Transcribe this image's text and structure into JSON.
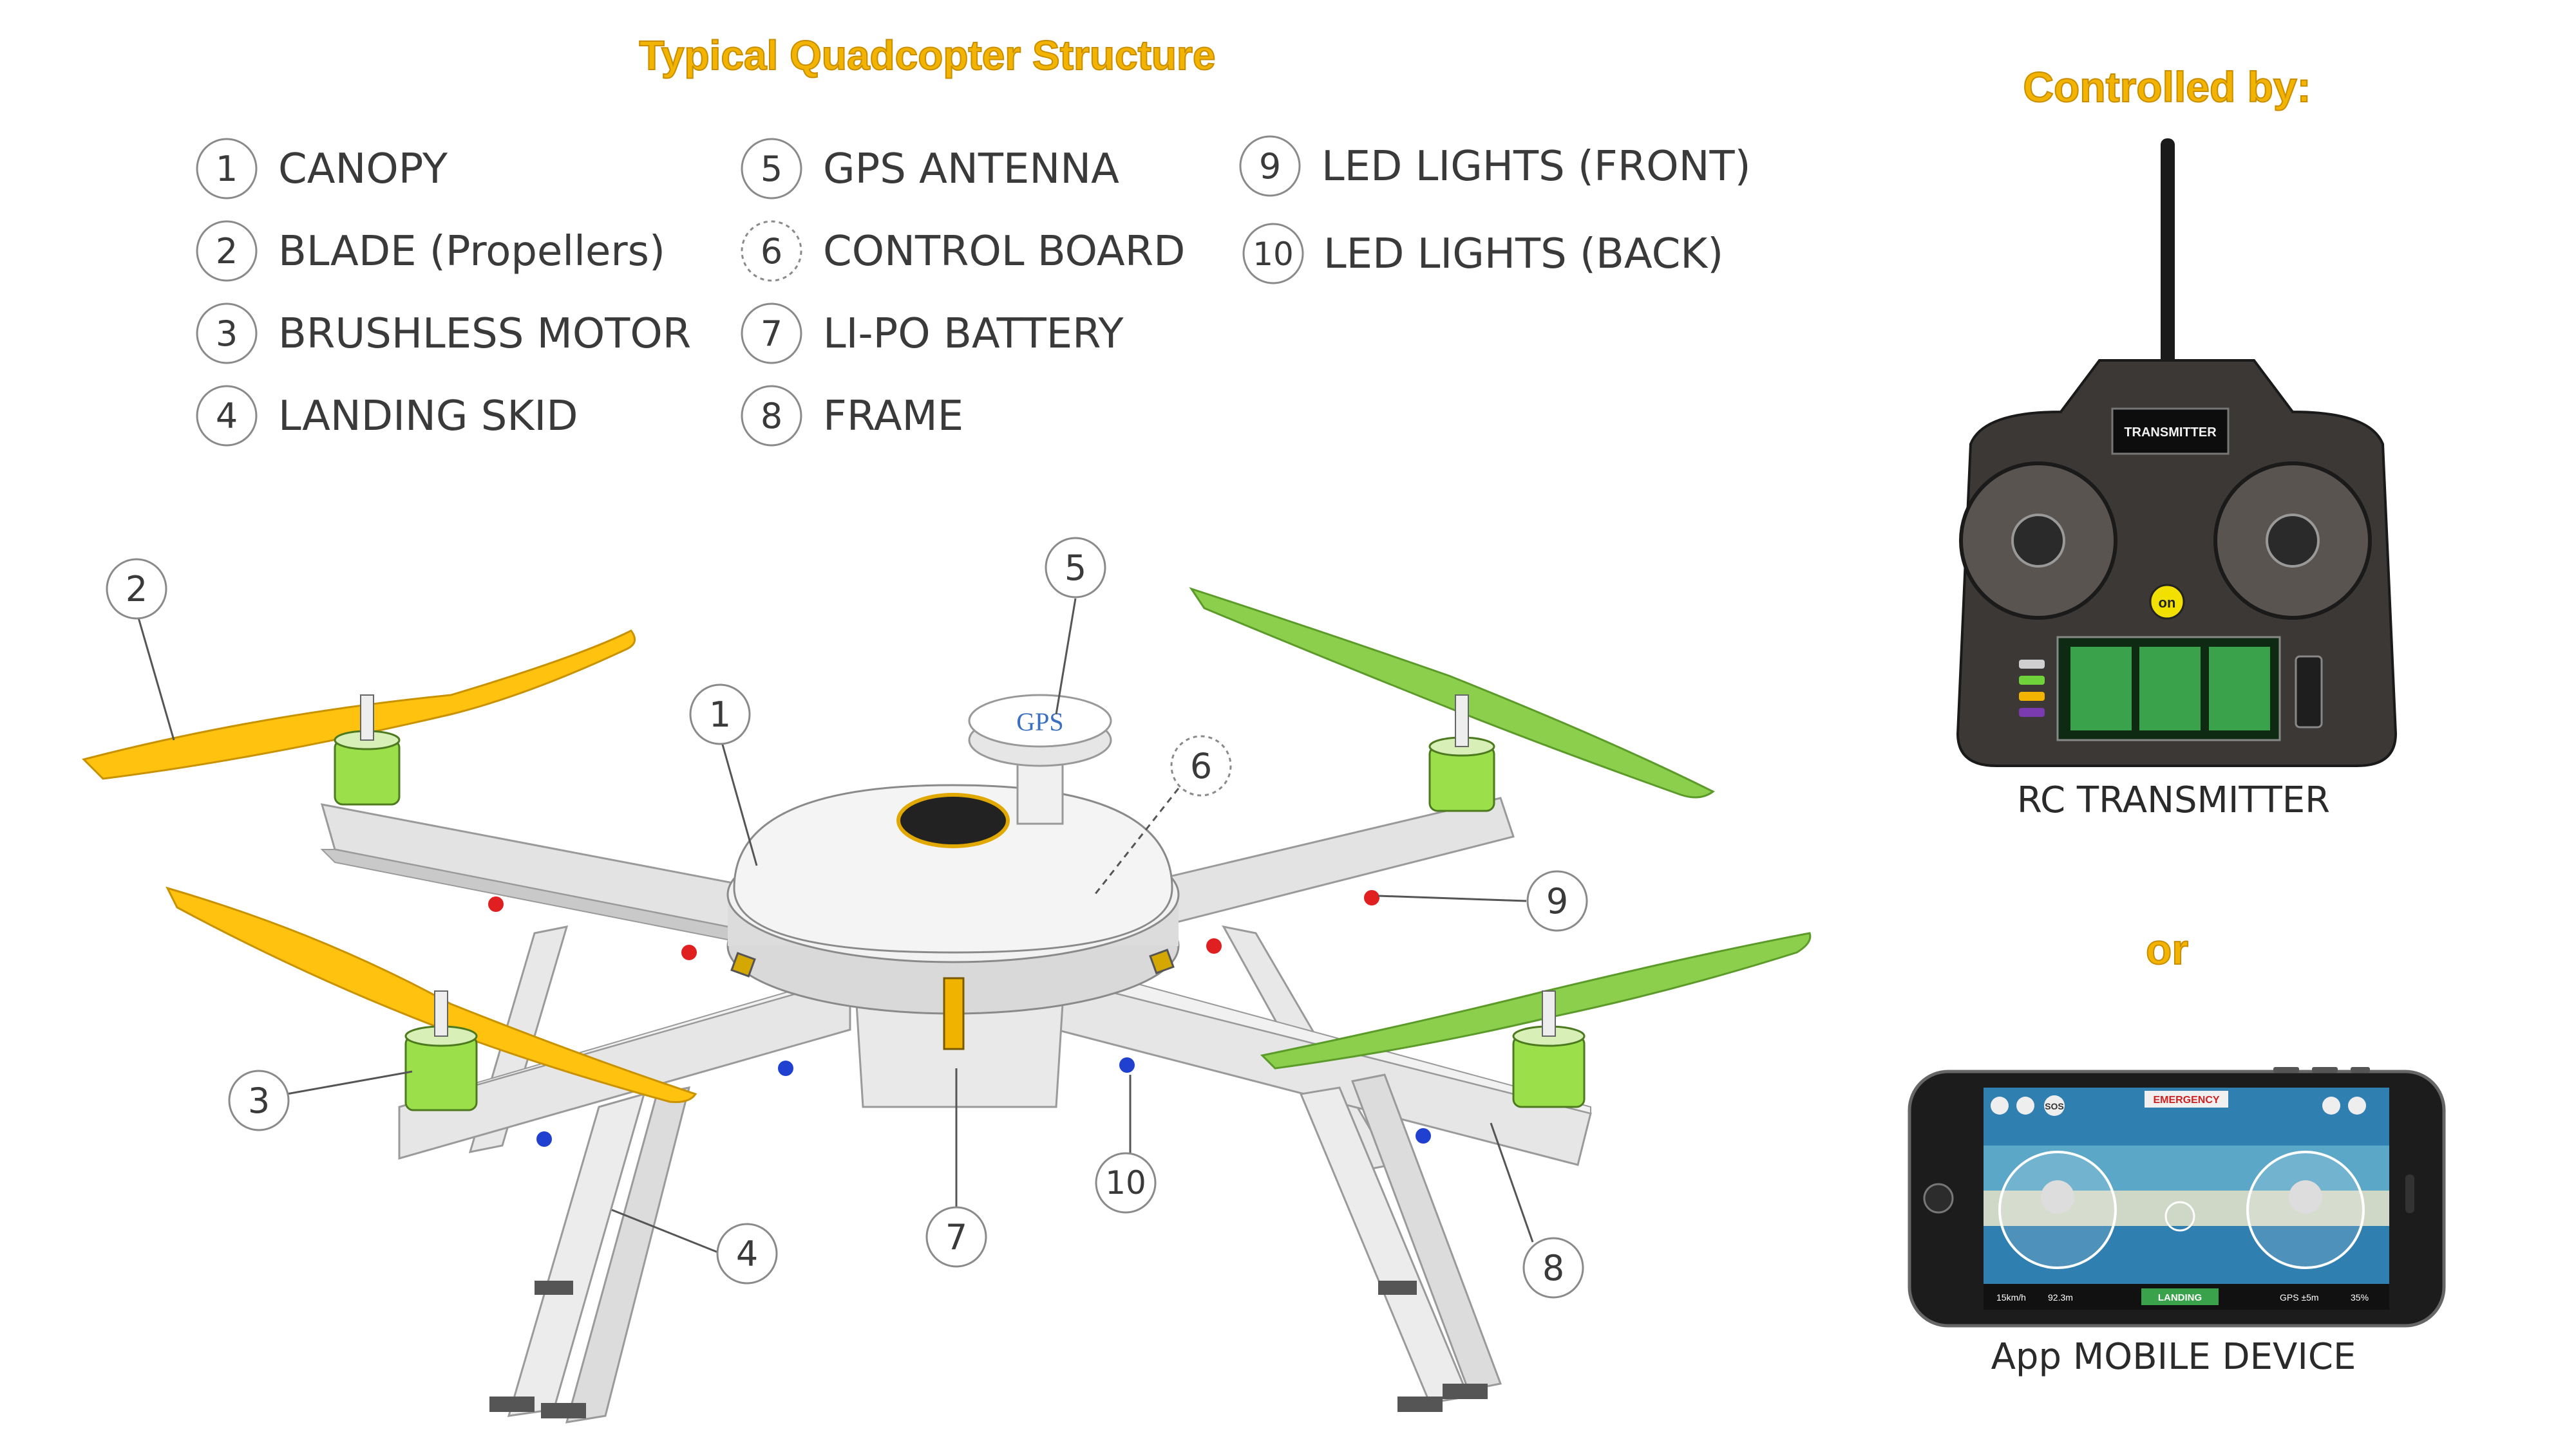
{
  "title": "Typical Quadcopter Structure",
  "controlled_by": "Controlled by:",
  "or_label": "or",
  "legend": [
    {
      "num": "1",
      "label": "CANOPY"
    },
    {
      "num": "2",
      "label": "BLADE (Propellers)"
    },
    {
      "num": "3",
      "label": "BRUSHLESS MOTOR"
    },
    {
      "num": "4",
      "label": "LANDING SKID"
    },
    {
      "num": "5",
      "label": "GPS ANTENNA"
    },
    {
      "num": "6",
      "label": "CONTROL BOARD"
    },
    {
      "num": "7",
      "label": "LI-PO BATTERY"
    },
    {
      "num": "8",
      "label": "FRAME"
    },
    {
      "num": "9",
      "label": "LED LIGHTS (FRONT)"
    },
    {
      "num": "10",
      "label": "LED LIGHTS (BACK)"
    }
  ],
  "drone": {
    "gps_label": "GPS"
  },
  "transmitter": {
    "screen_label": "TRANSMITTER",
    "on_label": "on",
    "caption": "RC TRANSMITTER"
  },
  "mobile": {
    "caption": "App MOBILE DEVICE",
    "emergency": "EMERGENCY",
    "sos": "SOS",
    "landing": "LANDING",
    "speed": "15km/h",
    "altitude": "92.3m",
    "gps": "GPS ±5m",
    "battery": "35%"
  },
  "colors": {
    "heading": "#f2b400",
    "blade_yellow": "#ffc20e",
    "blade_green": "#8ccf4d",
    "motor_green": "#9be04a",
    "frame": "#e6e6e6",
    "led_red": "#e02020",
    "led_blue": "#2040d0"
  }
}
